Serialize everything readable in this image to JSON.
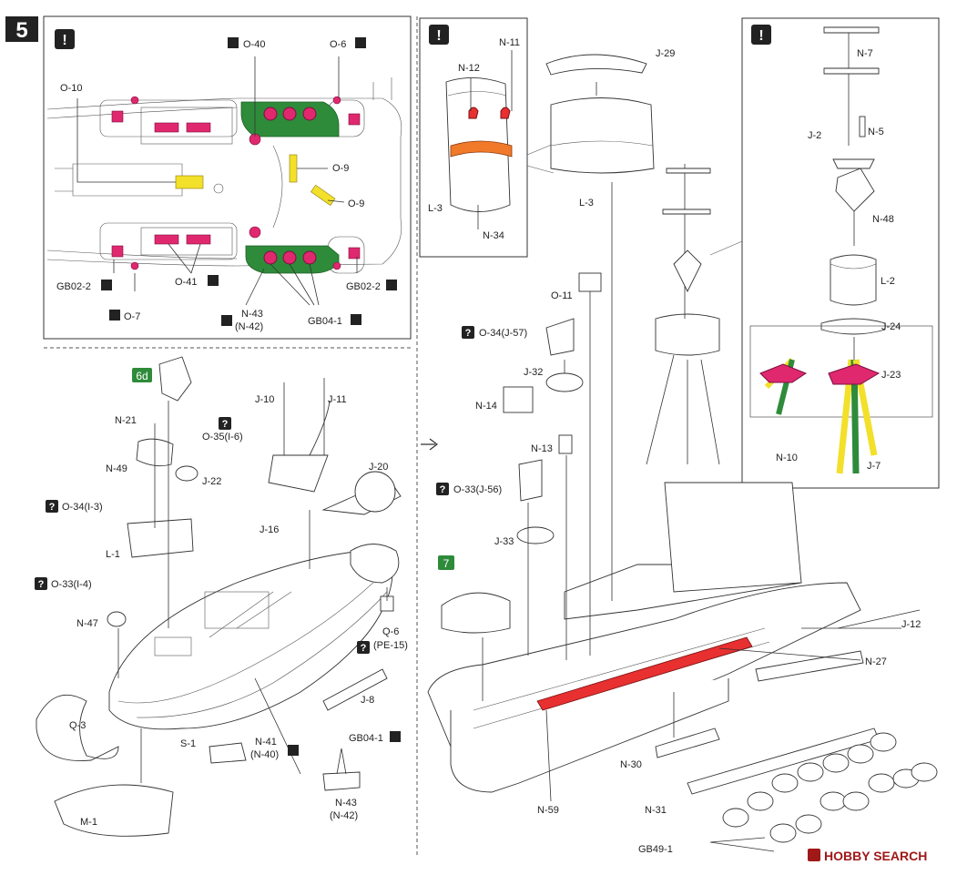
{
  "step": {
    "number": "5"
  },
  "badges": {
    "excl": "!",
    "q": "?"
  },
  "refs": {
    "r6d": "6d",
    "r7": "7"
  },
  "topleft": {
    "o40": "O-40",
    "o6": "O-6",
    "o10": "O-10",
    "o9a": "O-9",
    "o9b": "O-9",
    "gb022l": "GB02-2",
    "gb022r": "GB02-2",
    "o7": "O-7",
    "o41": "O-41",
    "n43": "N-43",
    "n42": "(N-42)",
    "gb041": "GB04-1"
  },
  "insetmid": {
    "n11": "N-11",
    "n12": "N-12",
    "l3": "L-3",
    "n34": "N-34"
  },
  "insetright": {
    "n7": "N-7",
    "n5": "N-5",
    "j2": "J-2",
    "n48": "N-48",
    "l2": "L-2",
    "j24": "J-24",
    "j23": "J-23",
    "n10": "N-10",
    "j7": "J-7"
  },
  "left": {
    "n21": "N-21",
    "o35": "O-35(I-6)",
    "n49": "N-49",
    "j22": "J-22",
    "o34": "O-34(I-3)",
    "l1": "L-1",
    "o33": "O-33(I-4)",
    "n47": "N-47",
    "j10": "J-10",
    "j11": "J-11",
    "j20": "J-20",
    "j16": "J-16",
    "q6": "Q-6",
    "pe15": "(PE-15)",
    "j8": "J-8",
    "q3": "Q-3",
    "s1": "S-1",
    "n41": "N-41",
    "n40": "(N-40)",
    "gb041": "GB04-1",
    "n43": "N-43",
    "n42": "(N-42)",
    "m1": "M-1"
  },
  "right": {
    "j29": "J-29",
    "l3": "L-3",
    "o11": "O-11",
    "o34": "O-34(J-57)",
    "j32": "J-32",
    "n14": "N-14",
    "n13": "N-13",
    "o33": "O-33(J-56)",
    "j33": "J-33",
    "j12": "J-12",
    "n27": "N-27",
    "n30": "N-30",
    "n59": "N-59",
    "n31": "N-31",
    "gb491": "GB49-1"
  },
  "watermark": {
    "brand": "HOBBY SEARCH"
  },
  "colors": {
    "pink": "#e0286f",
    "green": "#2e8b3a",
    "yellow": "#f2e02a",
    "orange": "#f07a2a",
    "red": "#e83030",
    "dark": "#222222"
  }
}
